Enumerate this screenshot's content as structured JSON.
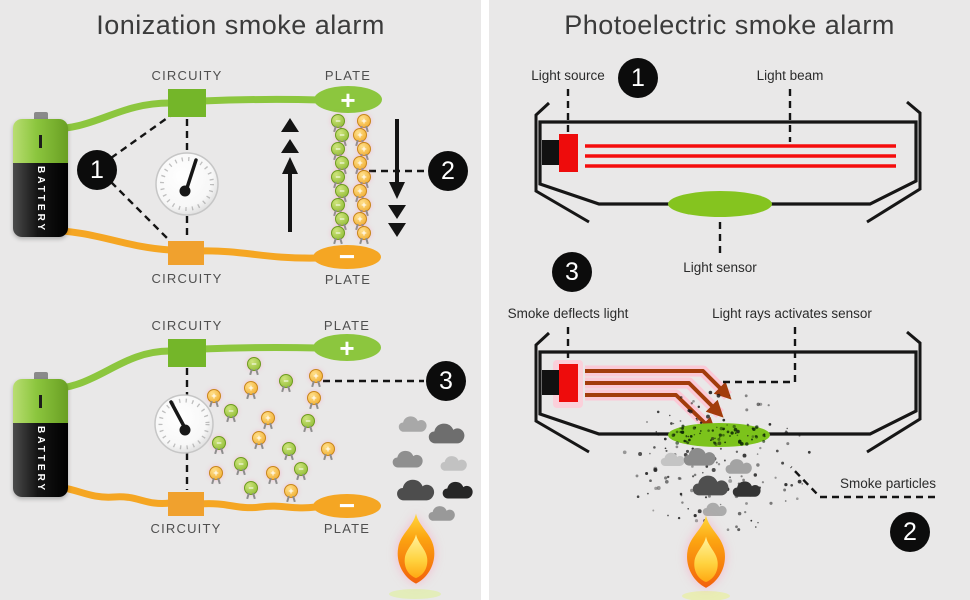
{
  "left": {
    "title": "Ionization smoke alarm",
    "battery": "BATTERY",
    "circuity": "CIRCUITY",
    "plate": "PLATE",
    "plus": "+",
    "minus": "−",
    "steps": {
      "one": "1",
      "two": "2",
      "three": "3"
    }
  },
  "right": {
    "title": "Photoelectric smoke alarm",
    "light_source": "Light source",
    "light_beam": "Light beam",
    "light_sensor": "Light sensor",
    "smoke_deflects": "Smoke deflects light",
    "light_rays": "Light rays activates sensor",
    "smoke_particles": "Smoke particles",
    "steps": {
      "one": "1",
      "two": "2",
      "three": "3"
    }
  },
  "icons": {
    "positive_ion_sign": "+",
    "negative_ion_sign": "−"
  },
  "colors": {
    "background": "#e9e8e8",
    "green": "#8cc63e",
    "orange": "#f5a623",
    "red": "#ee0c0c",
    "brown_arrow": "#a23c0b",
    "black": "#111111"
  }
}
